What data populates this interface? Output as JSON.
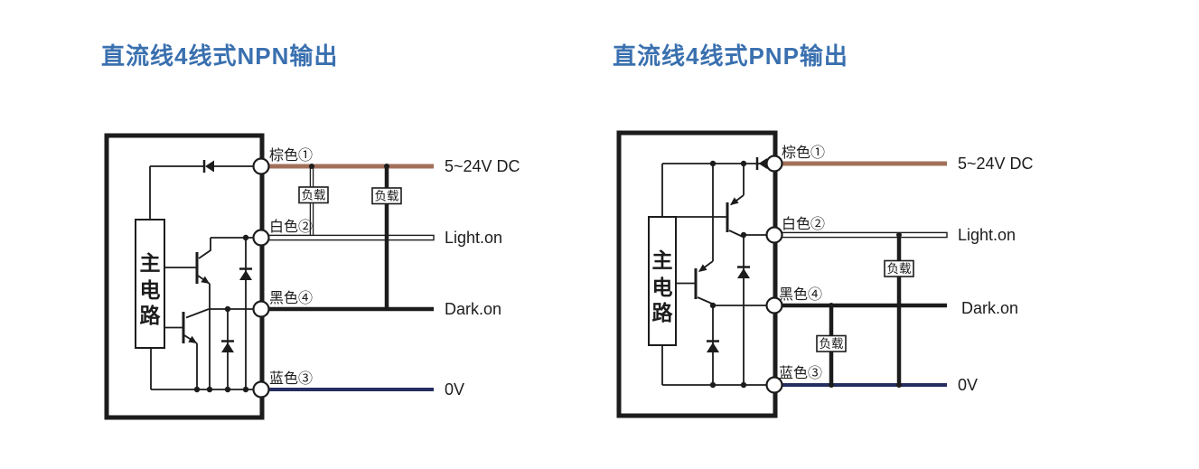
{
  "colors": {
    "title": "#3a70af",
    "wire_brown": "#a2705a",
    "wire_blue": "#252e60",
    "line_black": "#1c1c1c"
  },
  "diagrams": {
    "npn": {
      "title": "直流线4线式NPN输出",
      "main_circuit": {
        "char1": "主",
        "char2": "电",
        "char3": "路"
      },
      "load1_label": "负载",
      "load2_label": "负载",
      "terminals": {
        "brown": {
          "label": "棕色①",
          "signal": "5~24V DC"
        },
        "white": {
          "label": "白色②",
          "signal": "Light.on"
        },
        "black": {
          "label": "黑色④",
          "signal": "Dark.on"
        },
        "blue": {
          "label": "蓝色③",
          "signal": "0V"
        }
      }
    },
    "pnp": {
      "title": "直流线4线式PNP输出",
      "main_circuit": {
        "char1": "主",
        "char2": "电",
        "char3": "路"
      },
      "load1_label": "负载",
      "load2_label": "负载",
      "terminals": {
        "brown": {
          "label": "棕色①",
          "signal": "5~24V DC"
        },
        "white": {
          "label": "白色②",
          "signal": "Light.on"
        },
        "black": {
          "label": "黑色④",
          "signal": "Dark.on"
        },
        "blue": {
          "label": "蓝色③",
          "signal": "0V"
        }
      }
    }
  }
}
